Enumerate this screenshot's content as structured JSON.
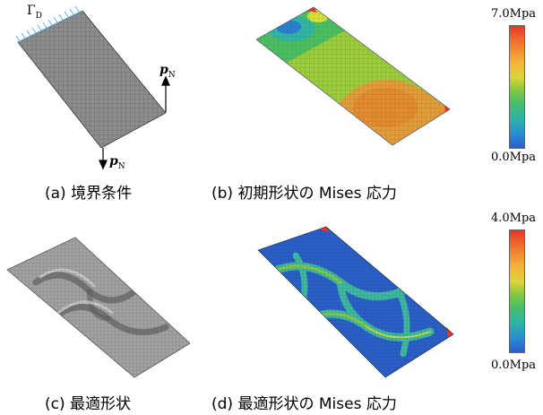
{
  "panels": {
    "a": {
      "caption": "(a) 境界条件",
      "gamma_main": "Γ",
      "gamma_sub": "D",
      "p_main": "p",
      "p_sub": "N"
    },
    "b": {
      "caption": "(b) 初期形状の Mises 応力"
    },
    "c": {
      "caption": "(c) 最適形状"
    },
    "d": {
      "caption": "(d) 最適形状の Mises 応力"
    }
  },
  "colorbars": {
    "top": {
      "max_label": "7.0Mpa",
      "min_label": "0.0Mpa"
    },
    "bottom": {
      "max_label": "4.0Mpa",
      "min_label": "0.0Mpa"
    }
  },
  "colors": {
    "mesh_gray": "#808080",
    "stress_red": "#e8352a",
    "stress_green": "#8ac840",
    "stress_blue": "#2a5fc8"
  }
}
